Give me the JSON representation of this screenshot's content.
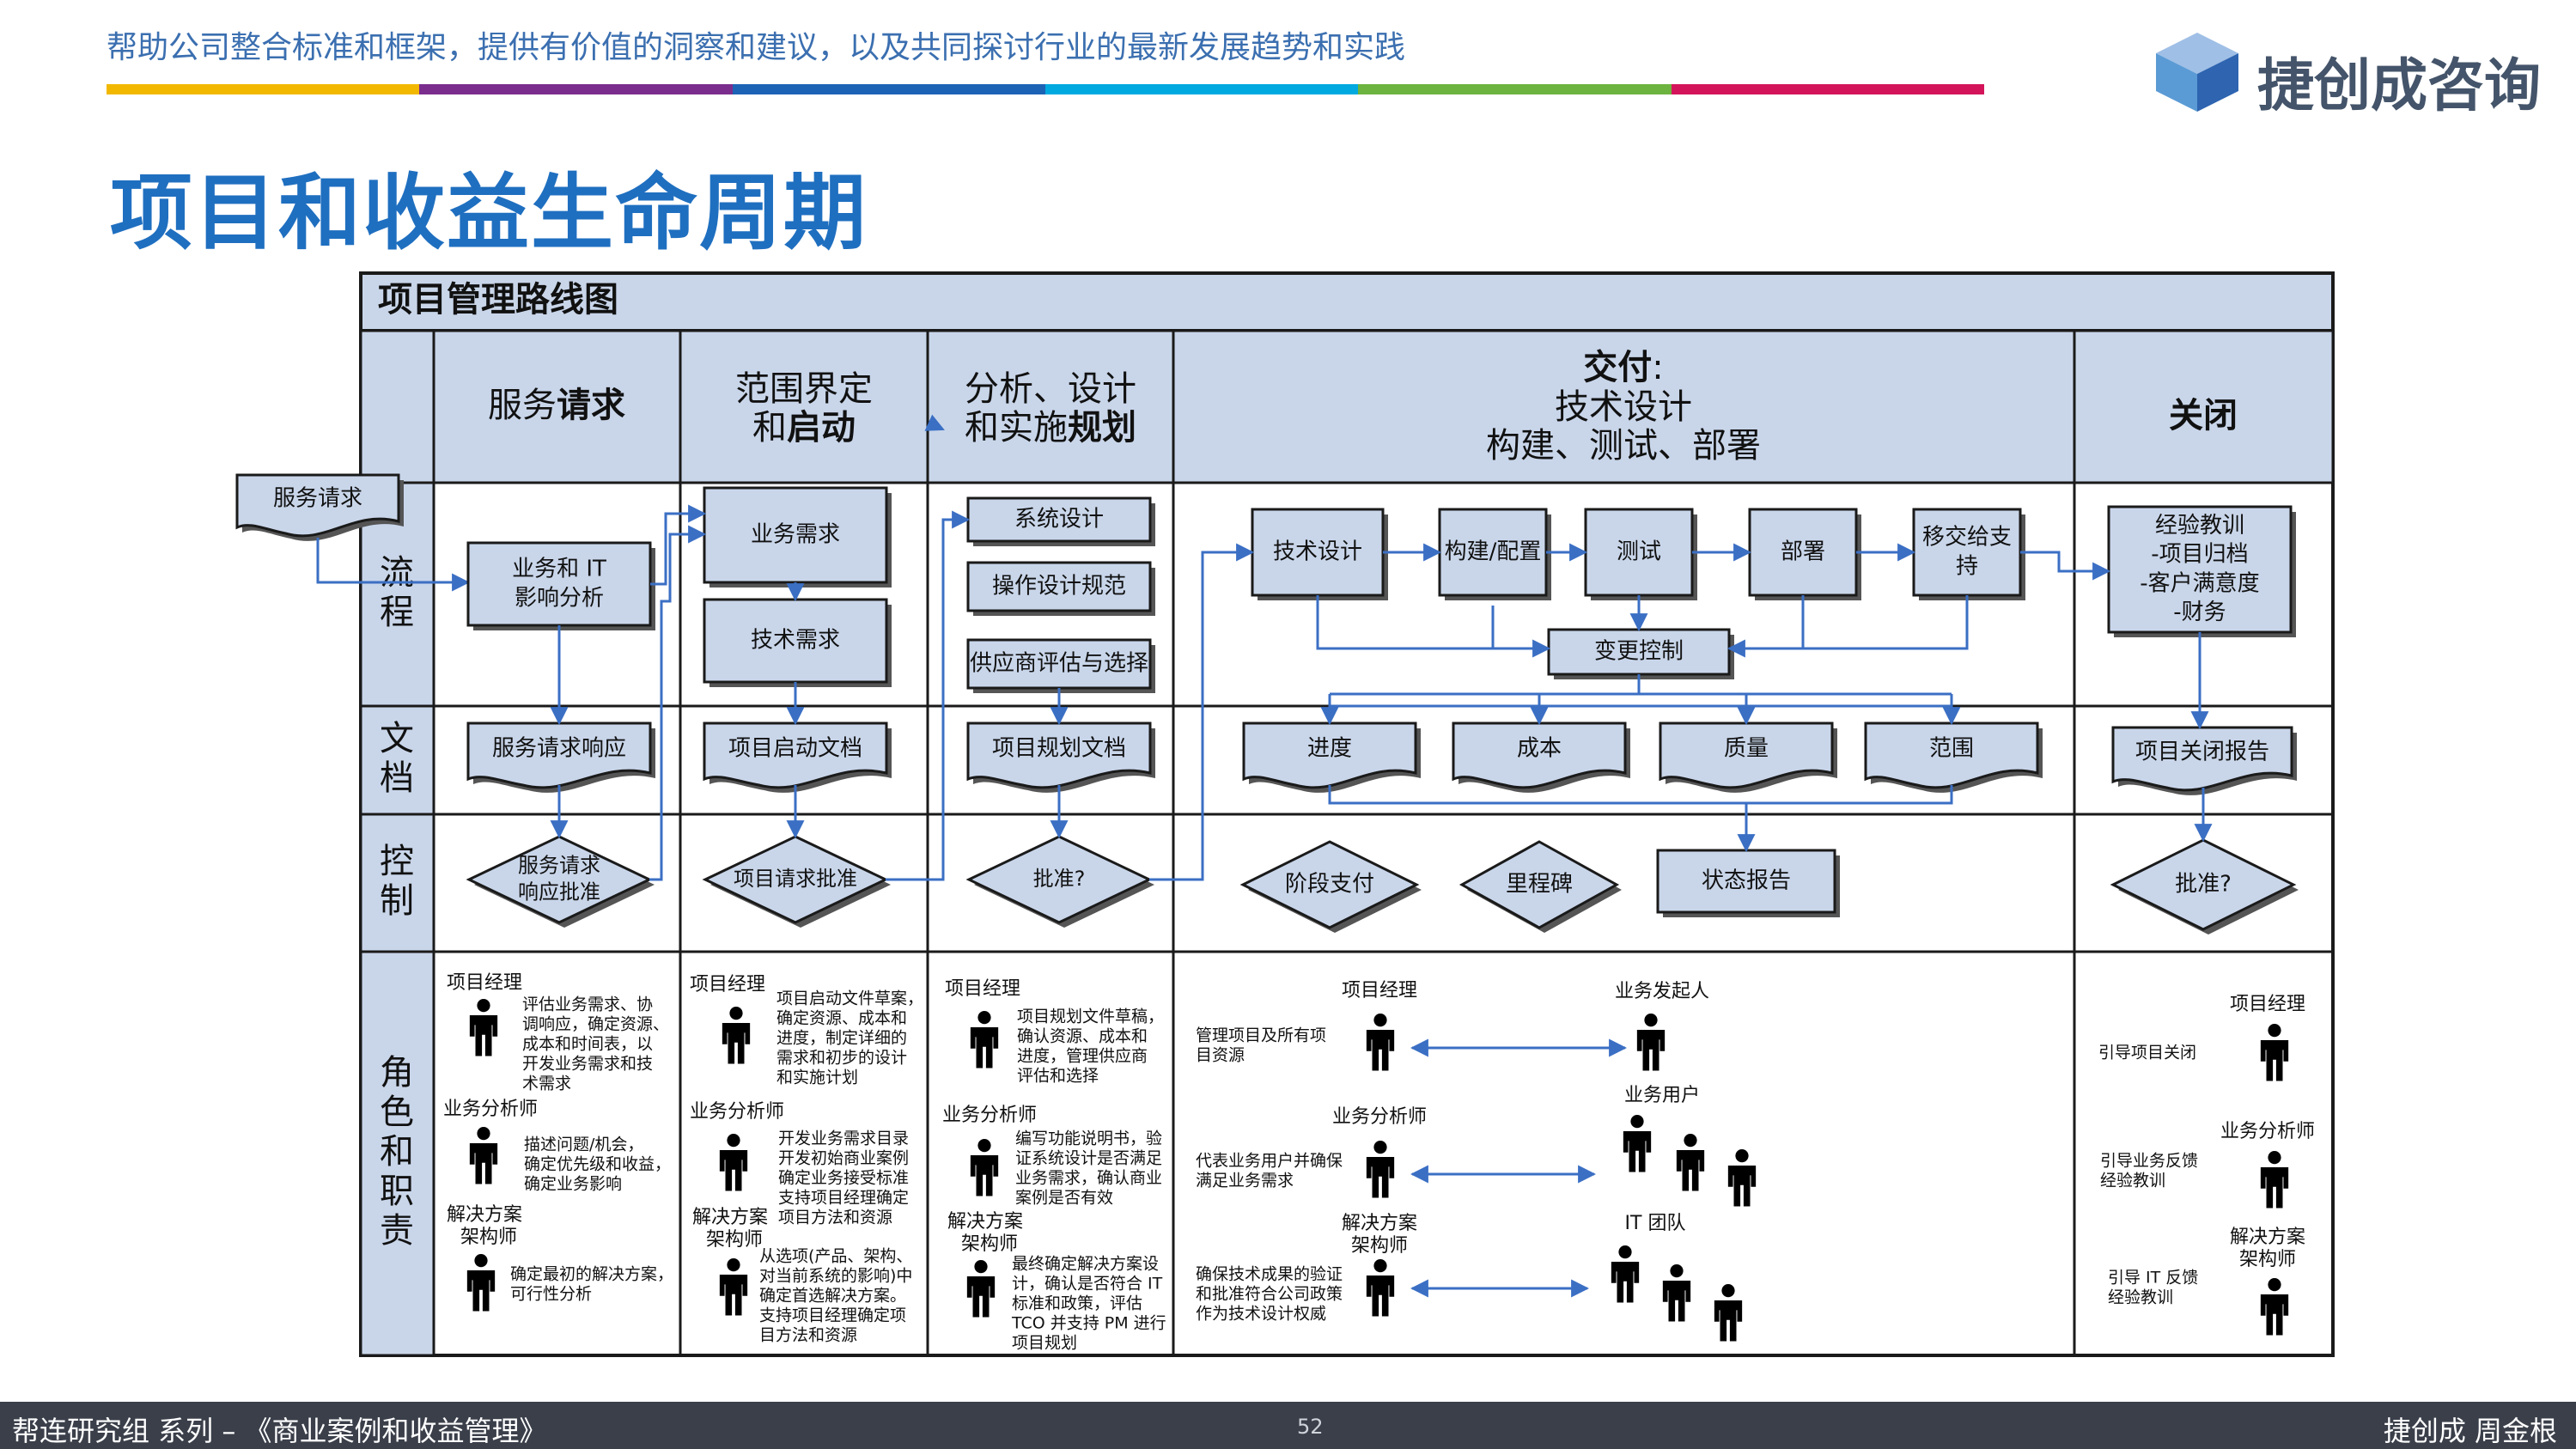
{
  "header": {
    "tagline": "帮助公司整合标准和框架，提供有价值的洞察和建议，以及共同探讨行业的最新发展趋势和实践",
    "logo_text": "捷创成咨询",
    "colorbar": [
      "#f2b800",
      "#7b2d8e",
      "#1d63b5",
      "#00a9e0",
      "#6cb33f",
      "#d4145a"
    ],
    "logo_colors": [
      "#5b9bd5",
      "#2e64b0",
      "#9fbfe6"
    ]
  },
  "page": {
    "title": "项目和收益生命周期"
  },
  "colors": {
    "header_fill": "#c9d6ea",
    "box_fill": "#c9d6ea",
    "stroke": "#1a1a1a",
    "arrow": "#3b6fc4",
    "title": "#1f6fc0"
  },
  "diagram": {
    "title": "项目管理路线图",
    "rows": [
      "流程",
      "文档",
      "控制",
      "角色和职责"
    ],
    "phases": [
      {
        "normal": "服务",
        "bold": "请求"
      },
      {
        "line1": "范围界定",
        "line2_normal": "和",
        "line2_bold": "启动"
      },
      {
        "line1": "分析、设计",
        "line2_normal": "和实施",
        "line2_bold": "规划"
      },
      {
        "line1_bold": "交付",
        "line1_normal": ":",
        "line2": "技术设计",
        "line3": "构建、测试、部署"
      },
      {
        "bold": "关闭"
      }
    ],
    "external_input": "服务请求",
    "process": {
      "p1": [
        "业务和 IT",
        "影响分析"
      ],
      "p2": [
        "业务需求",
        "技术需求"
      ],
      "p3": [
        "系统设计",
        "操作设计规范",
        "供应商评估与选择"
      ],
      "p4": [
        "技术设计",
        "构建/配置",
        "测试",
        "部署",
        "移交给支持"
      ],
      "p4_change": "变更控制",
      "p5": [
        "经验教训",
        "-项目归档",
        "-客户满意度",
        "-财务"
      ]
    },
    "documents": {
      "d1": "服务请求响应",
      "d2": "项目启动文档",
      "d3": "项目规划文档",
      "d4": [
        "进度",
        "成本",
        "质量",
        "范围"
      ],
      "d5": "项目关闭报告"
    },
    "controls": {
      "c1": [
        "服务请求",
        "响应批准"
      ],
      "c2": "项目请求批准",
      "c3": "批准?",
      "c4": [
        "阶段支付",
        "里程碑",
        "状态报告"
      ],
      "c5": "批准?"
    },
    "roles": {
      "col1": [
        {
          "title": "项目经理",
          "desc": [
            "评估业务需求、协",
            "调响应，确定资源、",
            "成本和时间表，以",
            "开发业务需求和技",
            "术需求"
          ]
        },
        {
          "title": "业务分析师",
          "desc": [
            "描述问题/机会，",
            "确定优先级和收益，",
            "确定业务影响"
          ]
        },
        {
          "title": [
            "解决方案",
            "架构师"
          ],
          "desc": [
            "确定最初的解决方案，",
            "可行性分析"
          ]
        }
      ],
      "col2": [
        {
          "title": "项目经理",
          "desc": [
            "项目启动文件草案，",
            "确定资源、成本和",
            "进度，制定详细的",
            "需求和初步的设计",
            "和实施计划"
          ]
        },
        {
          "title": "业务分析师",
          "desc": [
            "开发业务需求目录",
            "开发初始商业案例",
            "确定业务接受标准",
            "支持项目经理确定",
            "项目方法和资源"
          ]
        },
        {
          "title": [
            "解决方案",
            "架构师"
          ],
          "desc": [
            "从选项(产品、架构、",
            "对当前系统的影响)中",
            "确定首选解决方案。",
            "支持项目经理确定项",
            "目方法和资源"
          ]
        }
      ],
      "col3": [
        {
          "title": "项目经理",
          "desc": [
            "项目规划文件草稿，",
            "确认资源、成本和",
            "进度，管理供应商",
            "评估和选择"
          ]
        },
        {
          "title": "业务分析师",
          "desc": [
            "编写功能说明书，验",
            "证系统设计是否满足",
            "业务需求，确认商业",
            "案例是否有效"
          ]
        },
        {
          "title": [
            "解决方案",
            "架构师"
          ],
          "desc": [
            "最终确定解决方案设",
            "计，确认是否符合 IT",
            "标准和政策，评估",
            "TCO 并支持 PM 进行",
            "项目规划"
          ]
        }
      ],
      "col4": {
        "left_titles": [
          "项目经理",
          "业务分析师",
          [
            "解决方案",
            "架构师"
          ]
        ],
        "left_desc": [
          [
            "管理项目及所有项",
            "目资源"
          ],
          [
            "代表业务用户并确保",
            "满足业务需求"
          ],
          [
            "确保技术成果的验证",
            "和批准符合公司政策",
            "作为技术设计权威"
          ]
        ],
        "right_titles": [
          "业务发起人",
          "业务用户",
          "IT 团队"
        ]
      },
      "col5": {
        "desc": [
          "引导项目关闭",
          [
            "引导业务反馈",
            "经验教训"
          ],
          [
            "引导 IT 反馈",
            "经验教训"
          ]
        ],
        "titles": [
          "项目经理",
          "业务分析师",
          [
            "解决方案",
            "架构师"
          ]
        ]
      }
    }
  },
  "footer": {
    "left": "帮连研究组 系列  – 《商业案例和收益管理》",
    "page_number": "52",
    "right": "捷创成 周金根"
  }
}
